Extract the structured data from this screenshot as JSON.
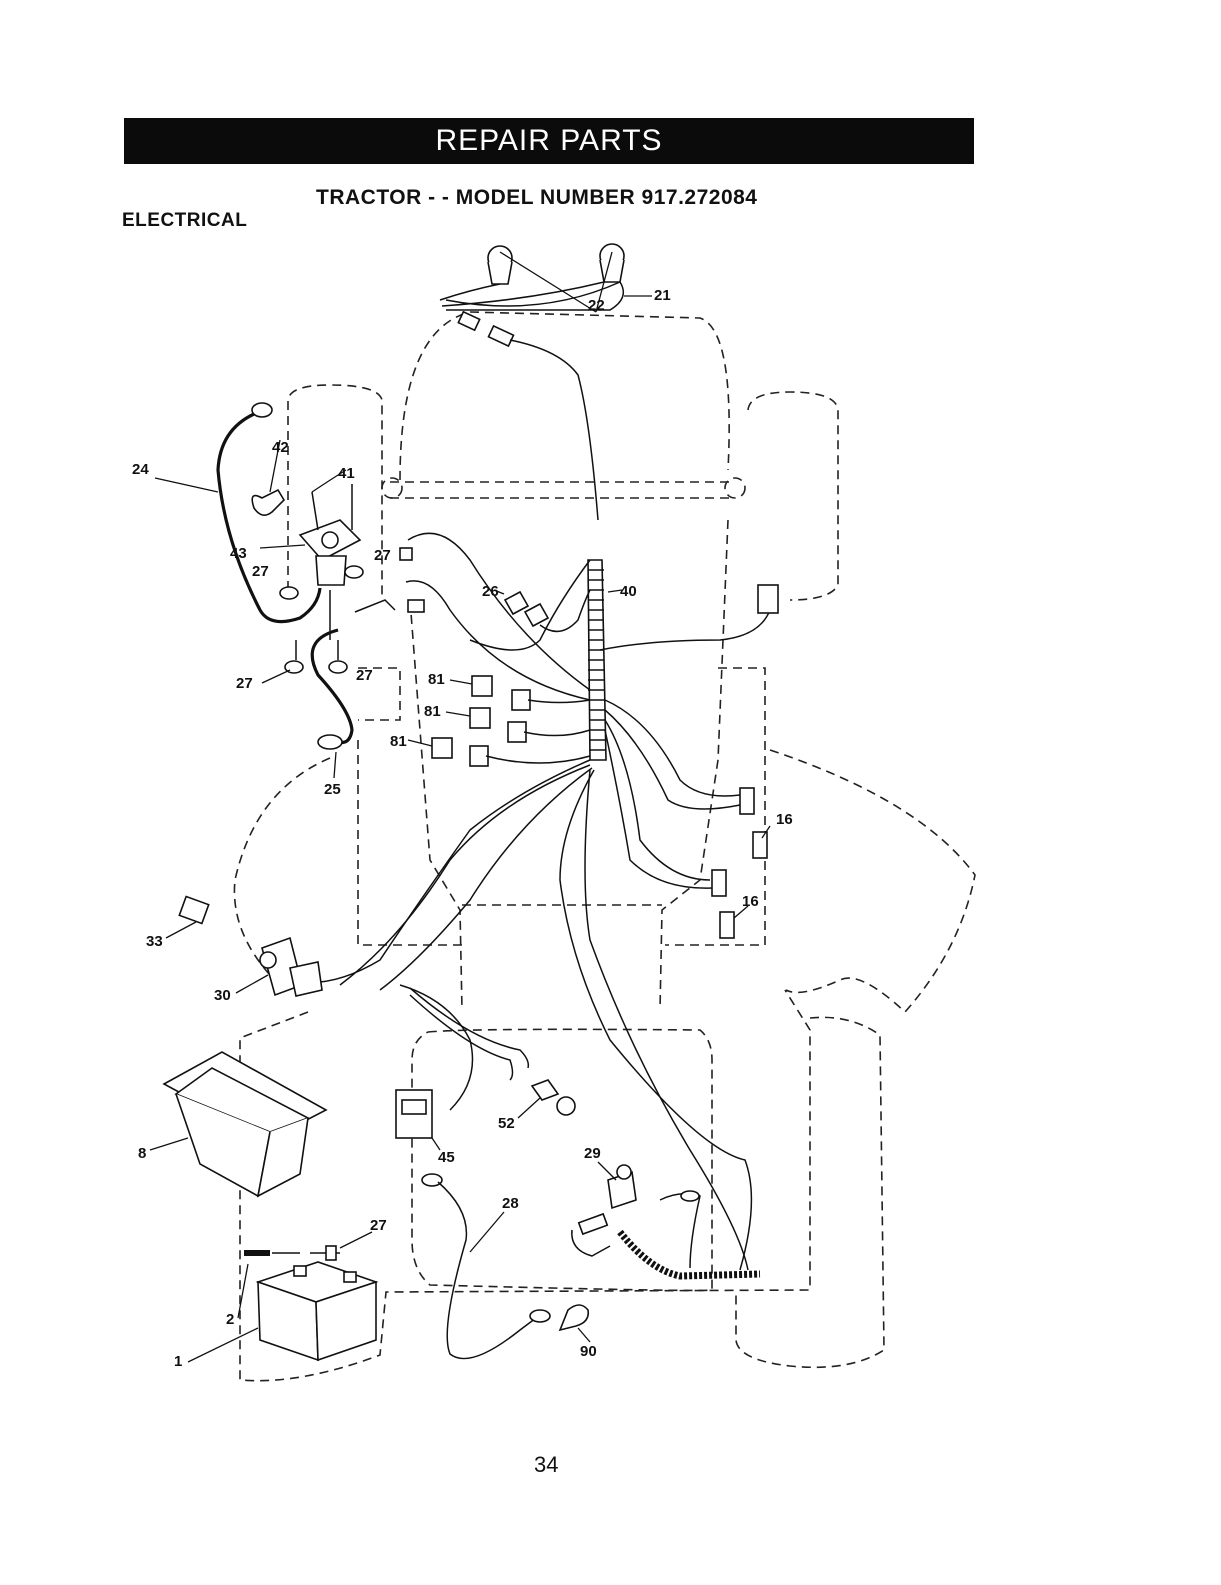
{
  "header": {
    "banner": "REPAIR PARTS",
    "subtitle": "TRACTOR - - MODEL NUMBER 917.272084",
    "section": "ELECTRICAL"
  },
  "callouts": [
    {
      "id": "c22a",
      "text": "22"
    },
    {
      "id": "c21",
      "text": "21"
    },
    {
      "id": "c42",
      "text": "42"
    },
    {
      "id": "c24",
      "text": "24"
    },
    {
      "id": "c41",
      "text": "41"
    },
    {
      "id": "c43",
      "text": "43"
    },
    {
      "id": "c27a",
      "text": "27"
    },
    {
      "id": "c27b",
      "text": "27"
    },
    {
      "id": "c26",
      "text": "26"
    },
    {
      "id": "c40",
      "text": "40"
    },
    {
      "id": "c27c",
      "text": "27"
    },
    {
      "id": "c27d",
      "text": "27"
    },
    {
      "id": "c81a",
      "text": "81"
    },
    {
      "id": "c81b",
      "text": "81"
    },
    {
      "id": "c81c",
      "text": "81"
    },
    {
      "id": "c25",
      "text": "25"
    },
    {
      "id": "c16a",
      "text": "16"
    },
    {
      "id": "c16b",
      "text": "16"
    },
    {
      "id": "c33",
      "text": "33"
    },
    {
      "id": "c30",
      "text": "30"
    },
    {
      "id": "c8",
      "text": "8"
    },
    {
      "id": "c52",
      "text": "52"
    },
    {
      "id": "c45",
      "text": "45"
    },
    {
      "id": "c29",
      "text": "29"
    },
    {
      "id": "c28",
      "text": "28"
    },
    {
      "id": "c27e",
      "text": "27"
    },
    {
      "id": "c2",
      "text": "2"
    },
    {
      "id": "c1",
      "text": "1"
    },
    {
      "id": "c90",
      "text": "90"
    }
  ],
  "footer": {
    "page_number": "34"
  }
}
